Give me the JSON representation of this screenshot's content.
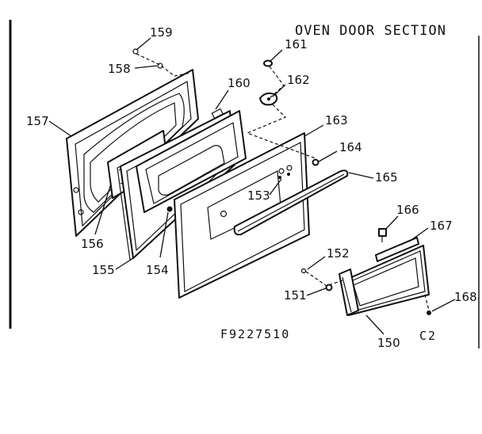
{
  "title": "OVEN DOOR SECTION",
  "drawing_code": "F9227510",
  "revision": "C2",
  "labels": {
    "p150": "150",
    "p151": "151",
    "p152": "152",
    "p153": "153",
    "p154": "154",
    "p155": "155",
    "p156": "156",
    "p157": "157",
    "p158": "158",
    "p159": "159",
    "p160": "160",
    "p161": "161",
    "p162": "162",
    "p163": "163",
    "p164": "164",
    "p165": "165",
    "p166": "166",
    "p167": "167",
    "p168": "168"
  }
}
